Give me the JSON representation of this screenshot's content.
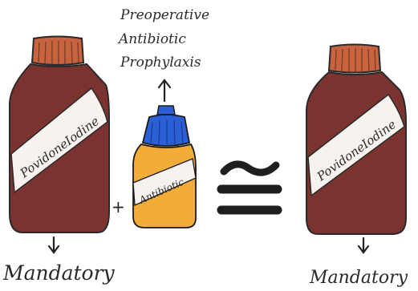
{
  "caption": {
    "line1": "Preoperative",
    "line2": "Antibiotic",
    "line3": "Prophylaxis"
  },
  "bottles": {
    "left_label": "PovidoneIodine",
    "small_label": "Antibiotic",
    "right_label": "PovidoneIodine"
  },
  "symbols": {
    "plus": "+",
    "approx_equal": "≅"
  },
  "outcomes": {
    "left": "Mandatory",
    "right": "Mandatory"
  },
  "colors": {
    "bottle_body": "#7b3330",
    "bottle_cap": "#c7643f",
    "small_bottle_body": "#f2ad38",
    "small_bottle_cap": "#2a5fd6",
    "label": "#f7f2ee",
    "ink": "#222222"
  }
}
